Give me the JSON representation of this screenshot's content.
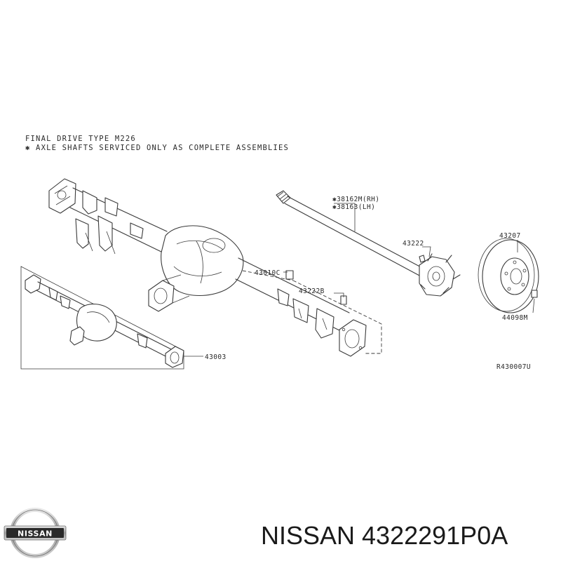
{
  "diagram": {
    "header_line1": "FINAL DRIVE TYPE M226",
    "header_line2": "✱ AXLE SHAFTS SERVICED ONLY AS COMPLETE ASSEMBLIES",
    "labels": {
      "shaft_rh": "✱38162M(RH)",
      "shaft_lh": "✱38163(LH)",
      "bolt_43222": "43222",
      "seal_43010c": "43010C",
      "bolt_43222b": "43222B",
      "disc_43207": "43207",
      "nut_44098m": "44098M",
      "axle_43003": "43003"
    },
    "ref_code": "R430007U"
  },
  "footer": {
    "brand_part": "NISSAN 4322291P0A",
    "logo_text": "NISSAN"
  }
}
